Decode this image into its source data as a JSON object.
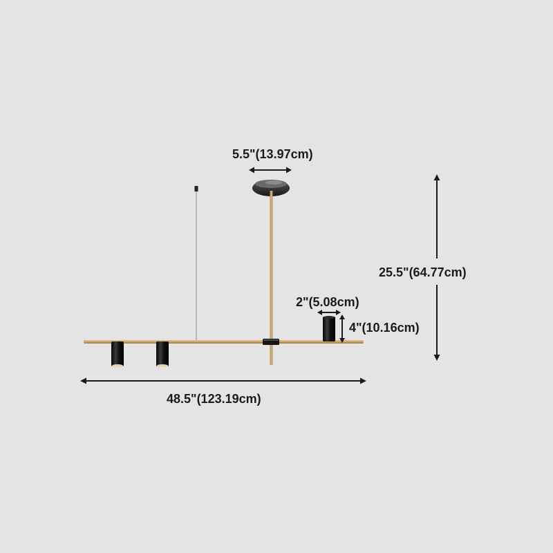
{
  "product": "linear pendant light with three cylinder spotlights",
  "dimensions": {
    "canopy_diameter": "5.5\"(13.97cm)",
    "overall_height": "25.5\"(64.77cm)",
    "shade_diameter": "2\"(5.08cm)",
    "shade_height": "4\"(10.16cm)",
    "overall_length": "48.5\"(123.19cm)"
  },
  "colors": {
    "background": "#e4e4e4",
    "brass": "#c9a46a",
    "shade_black": "#141414",
    "arrow": "#1a1a1a",
    "cable": "#b8b8b8"
  }
}
